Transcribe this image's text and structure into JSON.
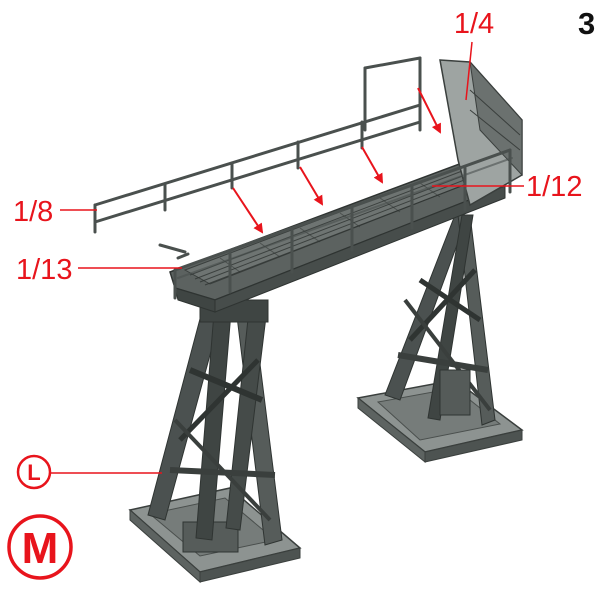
{
  "step_number": "3",
  "callouts": {
    "part_1_4": "1/4",
    "part_1_8": "1/8",
    "part_1_12": "1/12",
    "part_1_13": "1/13"
  },
  "badges": {
    "l": "L",
    "m": "M"
  },
  "colors": {
    "callout": "#e8141c",
    "step": "#111111",
    "structure_dark": "#3f4543",
    "structure_mid": "#6b716f",
    "structure_light": "#9aa09e"
  }
}
